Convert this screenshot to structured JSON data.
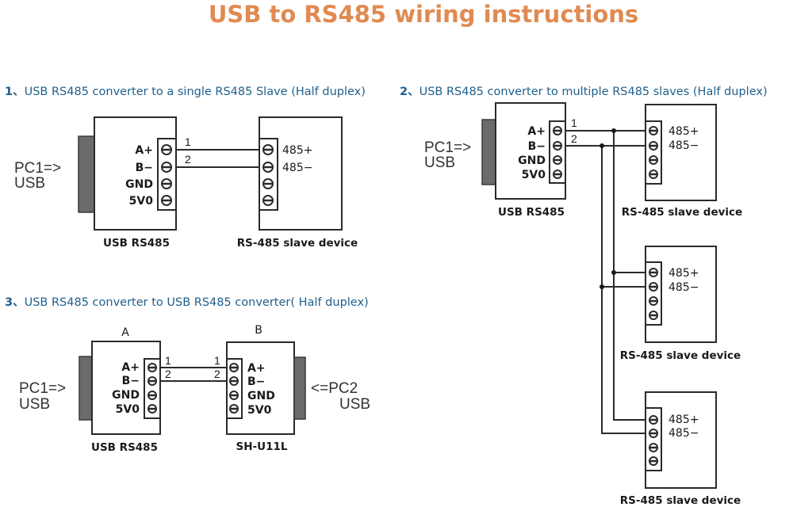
{
  "title": "USB to RS485 wiring instructions",
  "colors": {
    "title": "#e08a52",
    "section_heading": "#1f5f8b",
    "usb_plug": "#6b6b6b",
    "line": "#2a2a2a"
  },
  "sections": [
    {
      "number": "1、",
      "heading": "USB RS485 converter to a single RS485 Slave (Half duplex)"
    },
    {
      "number": "2、",
      "heading": "USB RS485 converter to multiple RS485 slaves (Half duplex)"
    },
    {
      "number": "3、",
      "heading": "USB RS485 converter to USB RS485 converter( Half duplex)"
    }
  ],
  "converter": {
    "name": "USB RS485",
    "pins": [
      "A+",
      "B−",
      "GND",
      "5V0"
    ],
    "pc1_line1": "PC1=>",
    "pc1_line2": "USB"
  },
  "slave": {
    "name": "RS-485 slave device",
    "pins": [
      "485+",
      "485−"
    ]
  },
  "wires": [
    "1",
    "2"
  ],
  "section3": {
    "device_a_header": "A",
    "device_b_header": "B",
    "device_a_name": "USB RS485",
    "device_b_name": "SH-U11L",
    "pc2_line1": "<=PC2",
    "pc2_line2": "USB"
  },
  "icons": {
    "terminal_screw": "screw-terminal-icon",
    "usb_plug": "usb-plug-icon",
    "junction": "wire-junction-dot"
  }
}
